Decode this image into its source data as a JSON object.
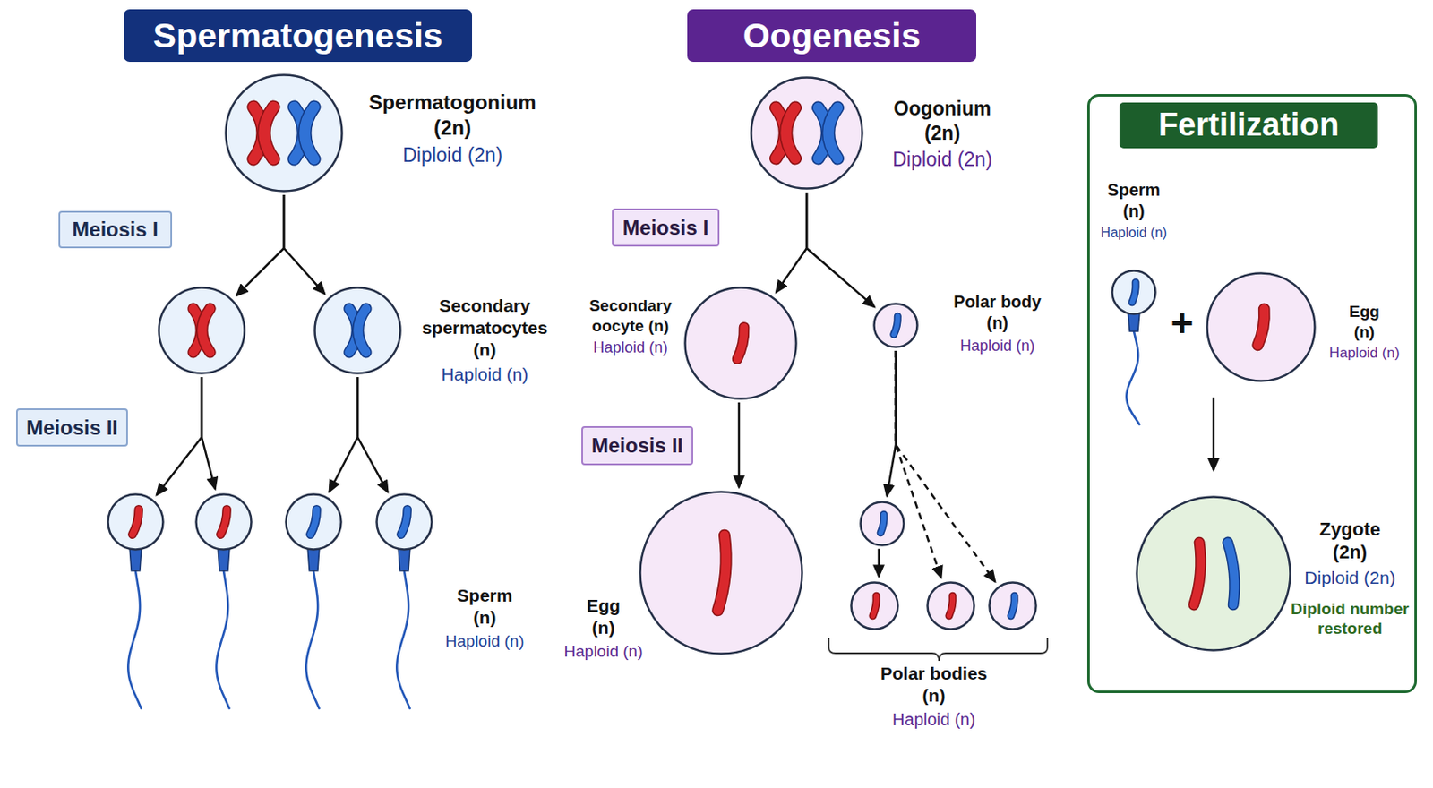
{
  "diagram": {
    "nodes": [
      {
        "text": [
          "Spermatogenesis"
        ]
      },
      {
        "text": [
          "Spermatogonium (2n)",
          "Diploid (2n)"
        ]
      },
      {
        "text": [
          "Meiosis I"
        ]
      },
      {
        "text": []
      },
      {
        "text": [
          "Secondary spermatocytes (n)",
          "Haploid (n)"
        ]
      },
      {
        "text": [
          "Meiosis II"
        ]
      },
      {
        "text": []
      },
      {
        "text": []
      },
      {
        "text": []
      },
      {
        "text": [
          "Sperm (n)",
          "Haploid (n)"
        ]
      },
      {
        "text": [
          "Oogenesis"
        ]
      },
      {
        "text": [
          "Oogonium (2n)",
          "Diploid (2n)"
        ]
      },
      {
        "text": [
          "Meiosis I"
        ]
      },
      {
        "text": [
          "Secondary oocyte (n)",
          "Haploid (n)"
        ]
      },
      {
        "text": [
          "Polar body (n)",
          "Haploid (n)"
        ]
      },
      {
        "text": [
          "Meiosis II"
        ]
      },
      {
        "text": [
          "Egg (n)",
          "Haploid (n)"
        ]
      },
      {
        "text": []
      },
      {
        "text": []
      },
      {
        "text": [
          "Polar bodies (n)",
          "Haploid (n)"
        ]
      },
      {
        "text": []
      },
      {
        "text": [
          "Fertilization"
        ]
      },
      {
        "text": [
          "Sperm (n)",
          "Haploid (n)"
        ],
        "in": 21
      },
      {
        "text": [
          "Egg (n)",
          "Haploid (n)"
        ],
        "in": 21
      },
      {
        "text": [
          "Zygote (2n)",
          "Diploid (2n)",
          "Diploid number restored"
        ],
        "in": 21
      }
    ],
    "edges": [
      {
        "from": 1,
        "to": 3,
        "arrow": "to"
      },
      {
        "from": 1,
        "to": 4,
        "arrow": "to"
      },
      {
        "from": 3,
        "to": 6,
        "arrow": "to"
      },
      {
        "from": 3,
        "to": 7,
        "arrow": "to"
      },
      {
        "from": 4,
        "to": 8,
        "arrow": "to"
      },
      {
        "from": 4,
        "to": 9,
        "arrow": "to"
      },
      {
        "from": 11,
        "to": 13,
        "arrow": "to"
      },
      {
        "from": 11,
        "to": 14,
        "arrow": "to"
      },
      {
        "from": 13,
        "to": 16,
        "arrow": "to"
      },
      {
        "from": 14,
        "to": 17,
        "arrow": "to"
      },
      {
        "from": 14,
        "to": 19,
        "arrow": "to"
      },
      {
        "from": 14,
        "to": 20,
        "arrow": "to"
      },
      {
        "from": 17,
        "to": 18,
        "arrow": "to"
      },
      {
        "from": 23,
        "to": 24,
        "arrow": "to"
      }
    ],
    "labels": [
      "+"
    ]
  }
}
